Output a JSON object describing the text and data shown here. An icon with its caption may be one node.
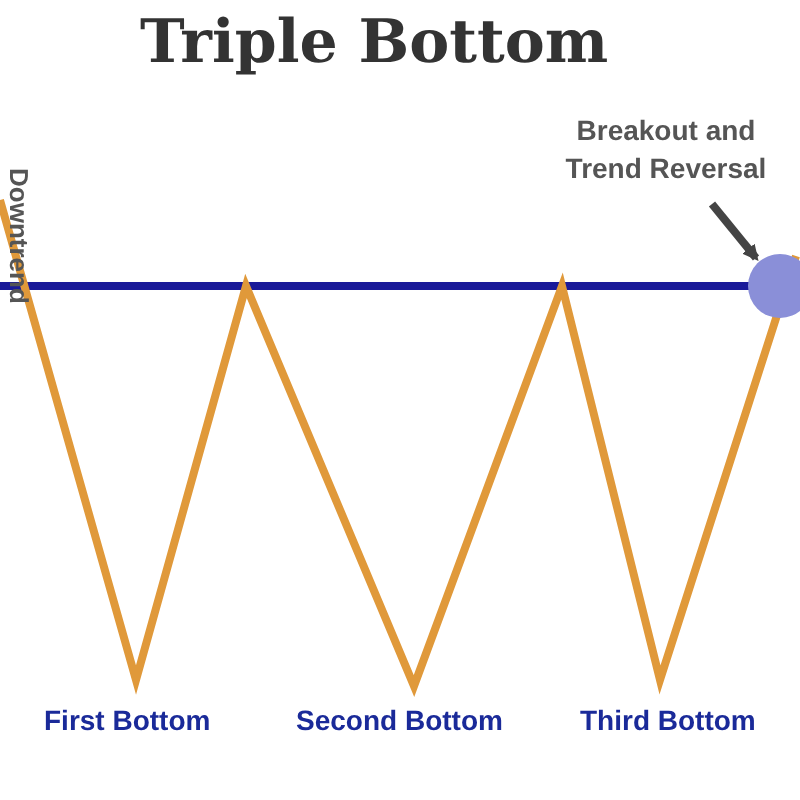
{
  "diagram": {
    "title": "Triple Bottom",
    "nodes": [
      {
        "text": [
          "Breakout and Trend Reversal"
        ]
      },
      {
        "text": [],
        "shape": "circle"
      }
    ],
    "edges": [
      {
        "from": 0,
        "to": 1,
        "arrow": "to"
      }
    ],
    "labels": [
      "Downtrend",
      "First Bottom",
      "Second Bottom",
      "Third Bottom"
    ]
  }
}
